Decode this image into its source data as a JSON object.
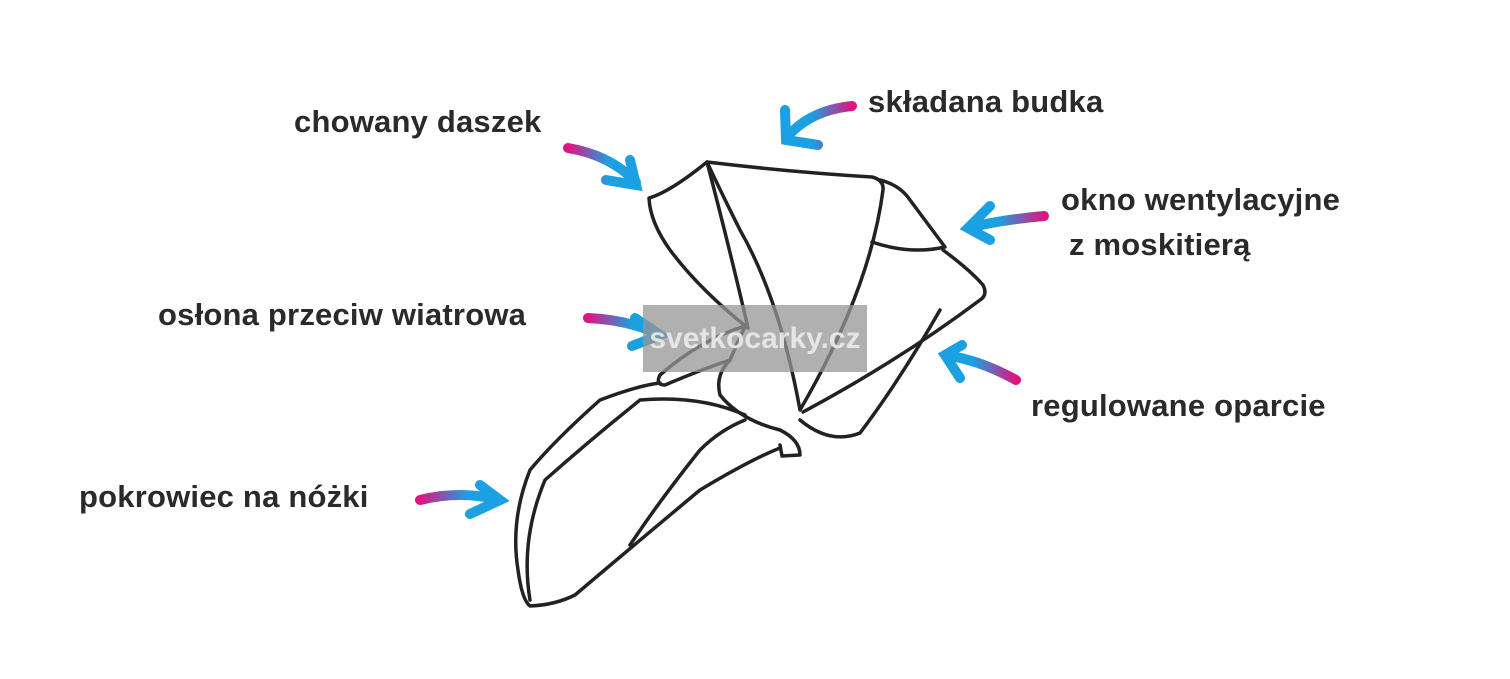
{
  "labels": {
    "visor": "chowany daszek",
    "hood": "składana budka",
    "vent_line1": "okno wentylacyjne",
    "vent_line2": "z moskitierą",
    "windshield": "osłona przeciw wiatrowa",
    "backrest": "regulowane oparcie",
    "footmuff": "pokrowiec na nóżki"
  },
  "watermark": "svetkocarky.cz",
  "colors": {
    "arrow_start": "#e0147f",
    "arrow_end": "#1ba0e2",
    "line": "#222222"
  }
}
